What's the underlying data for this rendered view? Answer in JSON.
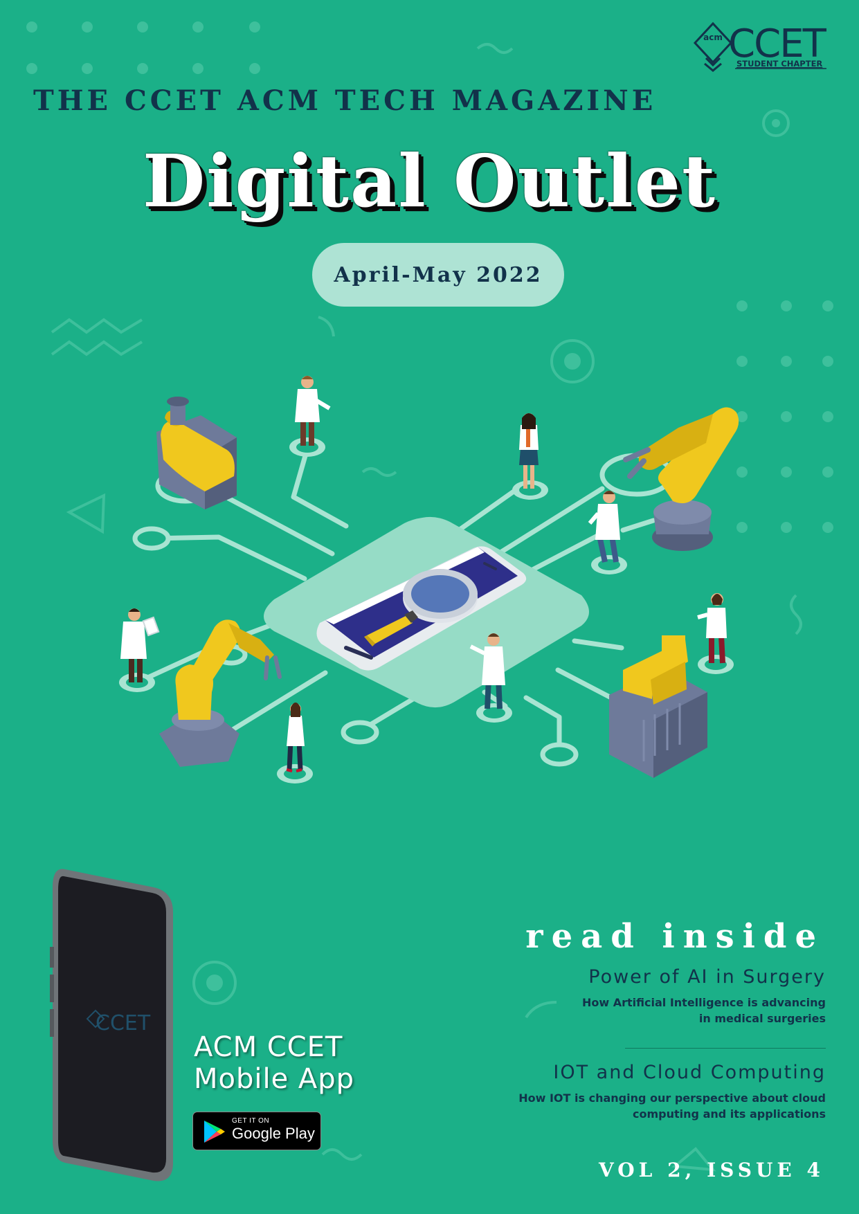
{
  "header": {
    "kicker": "THE CCET ACM TECH MAGAZINE",
    "title": "Digital Outlet",
    "date": "April-May 2022"
  },
  "logo": {
    "badge_text": "acm",
    "wordmark": "CCET",
    "subtitle": "STUDENT CHAPTER"
  },
  "app_promo": {
    "title_line1": "ACM CCET",
    "title_line2": "Mobile App",
    "badge_small": "GET IT ON",
    "badge_big": "Google Play",
    "phone_logo_text": "CCET"
  },
  "read_inside": {
    "heading": "read inside",
    "articles": [
      {
        "title": "Power of AI in Surgery",
        "desc_line1": "How Artificial Intelligence is advancing",
        "desc_line2": "in medical surgeries"
      },
      {
        "title": "IOT and Cloud Computing",
        "desc_line1": "How IOT is changing our perspective about cloud",
        "desc_line2": "computing and its applications"
      }
    ]
  },
  "footer": {
    "volume": "VOL 2, ISSUE 4"
  },
  "colors": {
    "background": "#1bb088",
    "navy": "#12324a",
    "pill": "#aee3d4",
    "platform": "#96dcc6",
    "circuit": "#a9e4d2",
    "robot_yellow": "#f0c81e",
    "machine_gray": "#6e7a9a"
  }
}
